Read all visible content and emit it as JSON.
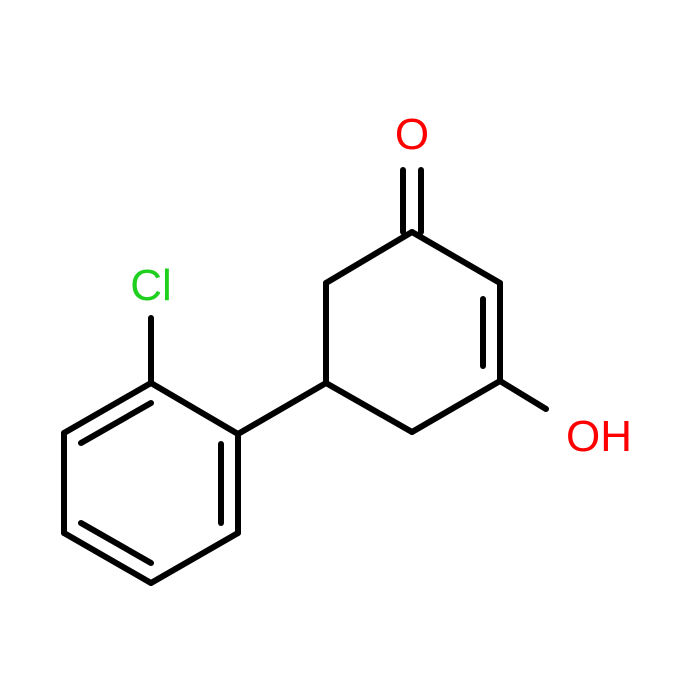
{
  "molecule": {
    "atoms": {
      "oxygen_carbonyl": {
        "text": "O",
        "color": "#ff0000"
      },
      "hydroxyl": {
        "text": "OH",
        "color": "#ff0000"
      },
      "chlorine": {
        "text": "Cl",
        "color": "#1fd01f"
      }
    },
    "bond_color": "#000000"
  }
}
